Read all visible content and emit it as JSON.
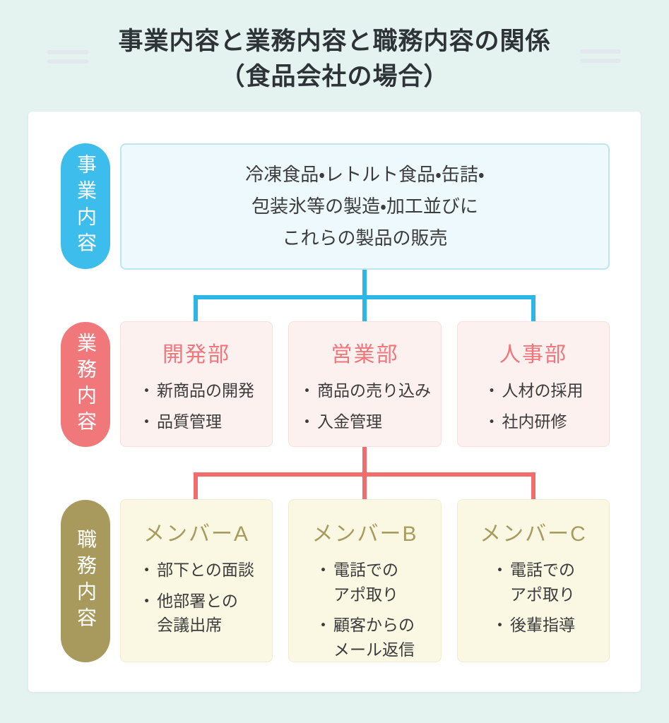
{
  "page": {
    "title_line1": "事業内容と業務内容と職務内容の関係",
    "title_line2": "（食品会社の場合）"
  },
  "bullet_marker": "・",
  "sections": {
    "business": {
      "pill": "事業内容",
      "box_text": "冷凍食品・レトルト食品・缶詰・\n包装氷等の製造・加工並びに\nこれらの製品の販売"
    },
    "work": {
      "pill": "業務内容",
      "boxes": [
        {
          "title": "開発部",
          "items": [
            {
              "text": "新商品の開発"
            },
            {
              "text": "品質管理"
            }
          ]
        },
        {
          "title": "営業部",
          "items": [
            {
              "text": "商品の売り込み"
            },
            {
              "text": "入金管理"
            }
          ]
        },
        {
          "title": "人事部",
          "items": [
            {
              "text": "人材の採用"
            },
            {
              "text": "社内研修"
            }
          ]
        }
      ]
    },
    "job": {
      "pill": "職務内容",
      "boxes": [
        {
          "title": "メンバーA",
          "items": [
            {
              "text": "部下との面談"
            },
            {
              "text": "他部署との\n会議出席"
            }
          ]
        },
        {
          "title": "メンバーB",
          "items": [
            {
              "text": "電話での\nアポ取り"
            },
            {
              "text": "顧客からの\nメール返信"
            }
          ]
        },
        {
          "title": "メンバーC",
          "items": [
            {
              "text": "電話での\nアポ取り"
            },
            {
              "text": "後輩指導"
            }
          ]
        }
      ]
    }
  },
  "colors": {
    "background": "#e4f3f0",
    "card": "#ffffff",
    "text": "#3c3c3c",
    "title_text": "#2e3338",
    "deco": "#e2e9ed",
    "business_accent": "#3cbdec",
    "business_line": "#2cb5e7",
    "business_box_bg": "#edf9fc",
    "business_box_border": "#bfe4f1",
    "work_accent": "#f0787a",
    "work_line": "#f16c6c",
    "work_box_bg": "#fdf1f0",
    "work_box_border": "#f6dfdd",
    "work_title": "#f0767b",
    "job_accent": "#a89a5c",
    "job_box_bg": "#faf8e2",
    "job_box_border": "#f0ecd3",
    "job_title": "#a89b5f"
  }
}
